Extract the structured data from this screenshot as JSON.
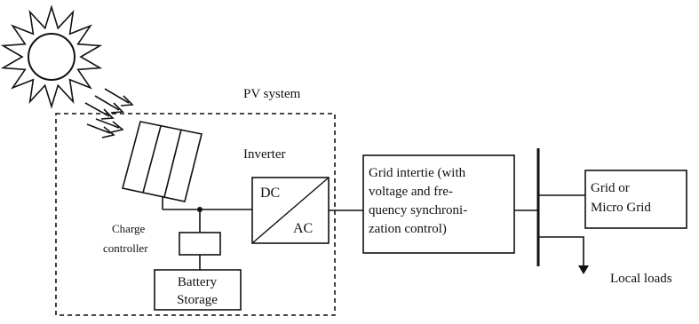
{
  "labels": {
    "pv_system": "PV system",
    "inverter": "Inverter",
    "dc": "DC",
    "ac": "AC",
    "charge_line1": "Charge",
    "charge_line2": "controller",
    "battery_line1": "Battery",
    "battery_line2": "Storage",
    "intertie_lines": [
      "Grid intertie (with",
      "voltage and fre-",
      "quency synchroni-",
      "zation control)"
    ],
    "grid_line1": "Grid or",
    "grid_line2": "Micro Grid",
    "local_loads": "Local loads"
  },
  "icons": {
    "sun": "sun-icon",
    "solar_panel": "solar-panel-icon",
    "load_arrow": "down-arrow-icon"
  },
  "colors": {
    "ink": "#111111",
    "background": "#ffffff"
  }
}
